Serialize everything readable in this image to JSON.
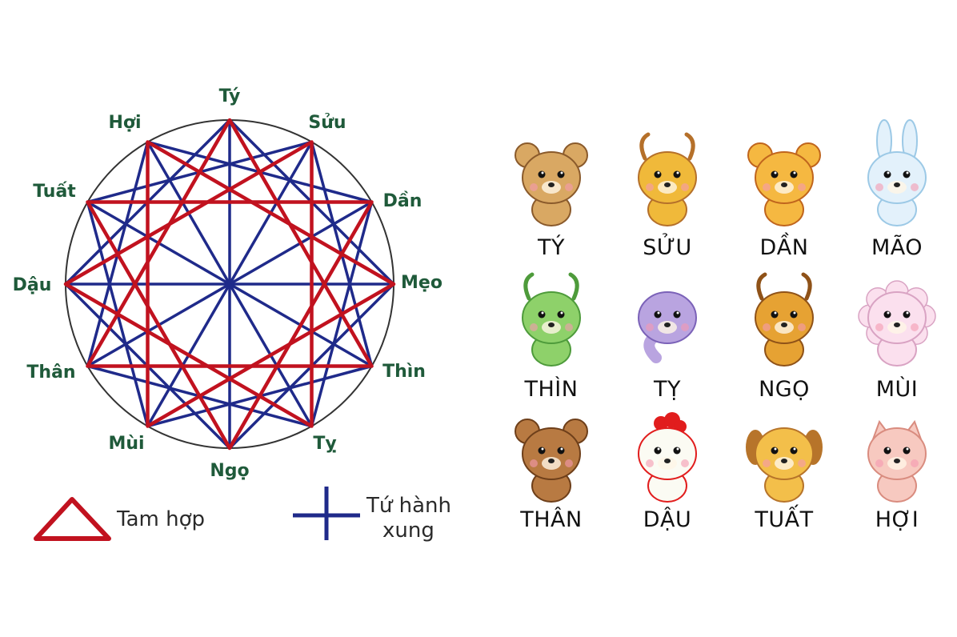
{
  "accent_colors": {
    "triangle_lines": "#c1121f",
    "cross_lines": "#1f2a8a",
    "label_text": "#1f5a3a",
    "circle": "#333333"
  },
  "wheel": {
    "branches": [
      "Tý",
      "Sửu",
      "Dần",
      "Mẹo",
      "Thìn",
      "Tỵ",
      "Ngọ",
      "Mùi",
      "Thân",
      "Dậu",
      "Tuất",
      "Hợi"
    ],
    "san_he_triangles": [
      [
        0,
        4,
        8
      ],
      [
        1,
        5,
        9
      ],
      [
        2,
        6,
        10
      ],
      [
        3,
        7,
        11
      ]
    ],
    "tu_hanh_xung_crosses": [
      [
        0,
        3,
        6,
        9
      ],
      [
        1,
        4,
        7,
        10
      ],
      [
        2,
        5,
        8,
        11
      ]
    ]
  },
  "legend": {
    "triangle_label": "Tam hợp",
    "cross_label_line1": "Tứ hành",
    "cross_label_line2": "xung"
  },
  "animals": [
    {
      "name": "TÝ",
      "icon": "rat-icon",
      "body": "#d9a863",
      "accent": "#8a5a2b"
    },
    {
      "name": "SỬU",
      "icon": "ox-icon",
      "body": "#f0b93a",
      "accent": "#b5702a"
    },
    {
      "name": "DẦN",
      "icon": "tiger-icon",
      "body": "#f5b841",
      "accent": "#c0651d"
    },
    {
      "name": "MÃO",
      "icon": "rabbit-icon",
      "body": "#e3f1fb",
      "accent": "#9cc9e6"
    },
    {
      "name": "THÌN",
      "icon": "dragon-icon",
      "body": "#8ed16a",
      "accent": "#4e9b3b"
    },
    {
      "name": "TỴ",
      "icon": "snake-icon",
      "body": "#b9a4e0",
      "accent": "#7b62b8"
    },
    {
      "name": "NGỌ",
      "icon": "horse-icon",
      "body": "#e6a233",
      "accent": "#8f5218"
    },
    {
      "name": "MÙI",
      "icon": "goat-icon",
      "body": "#fbe0ee",
      "accent": "#d9a3c3"
    },
    {
      "name": "THÂN",
      "icon": "monkey-icon",
      "body": "#b87a42",
      "accent": "#6e3f1a"
    },
    {
      "name": "DẬU",
      "icon": "rooster-icon",
      "body": "#fbfbf3",
      "accent": "#e11d1d"
    },
    {
      "name": "TUẤT",
      "icon": "dog-icon",
      "body": "#f3bf4a",
      "accent": "#b7742a"
    },
    {
      "name": "HỢI",
      "icon": "pig-icon",
      "body": "#f7c9c0",
      "accent": "#d98c7f"
    }
  ]
}
